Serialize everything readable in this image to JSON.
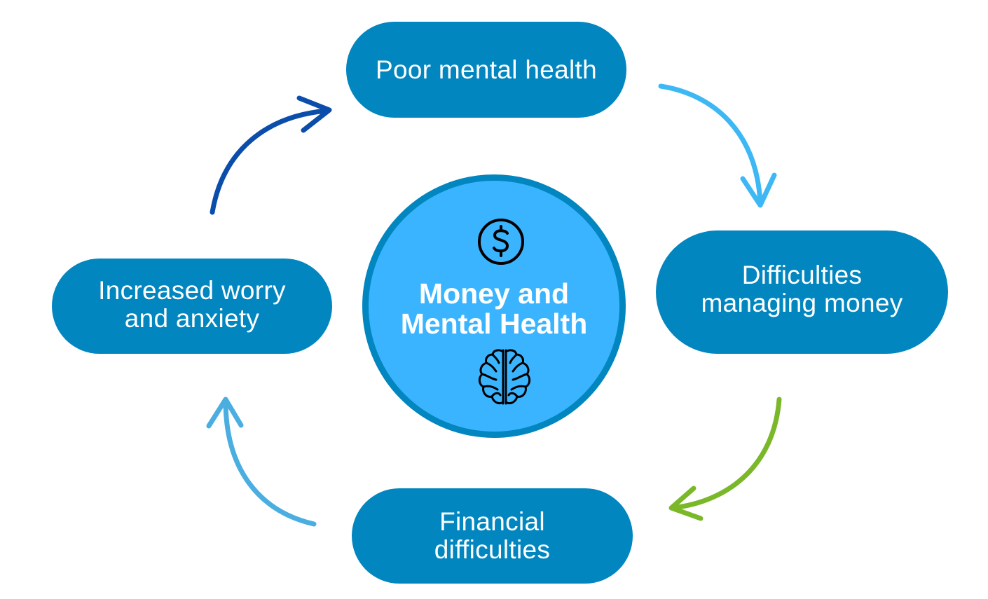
{
  "center": {
    "line1": "Money and",
    "line2": "Mental Health",
    "icons": [
      "dollar-icon",
      "brain-icon"
    ]
  },
  "nodes": {
    "top": {
      "lines": [
        "Poor mental health"
      ]
    },
    "right": {
      "lines": [
        "Difficulties",
        "managing money"
      ]
    },
    "bottom": {
      "lines": [
        "Financial",
        "difficulties"
      ]
    },
    "left": {
      "lines": [
        "Increased worry",
        "and anxiety"
      ]
    }
  },
  "colors": {
    "pill": "#0286C0",
    "center": "#3BB4FF",
    "arrow_top_right": "#3DB8F5",
    "arrow_bottom_right": "#7AB829",
    "arrow_bottom_left": "#4AAEE0",
    "arrow_top_left": "#0B4DAA"
  }
}
